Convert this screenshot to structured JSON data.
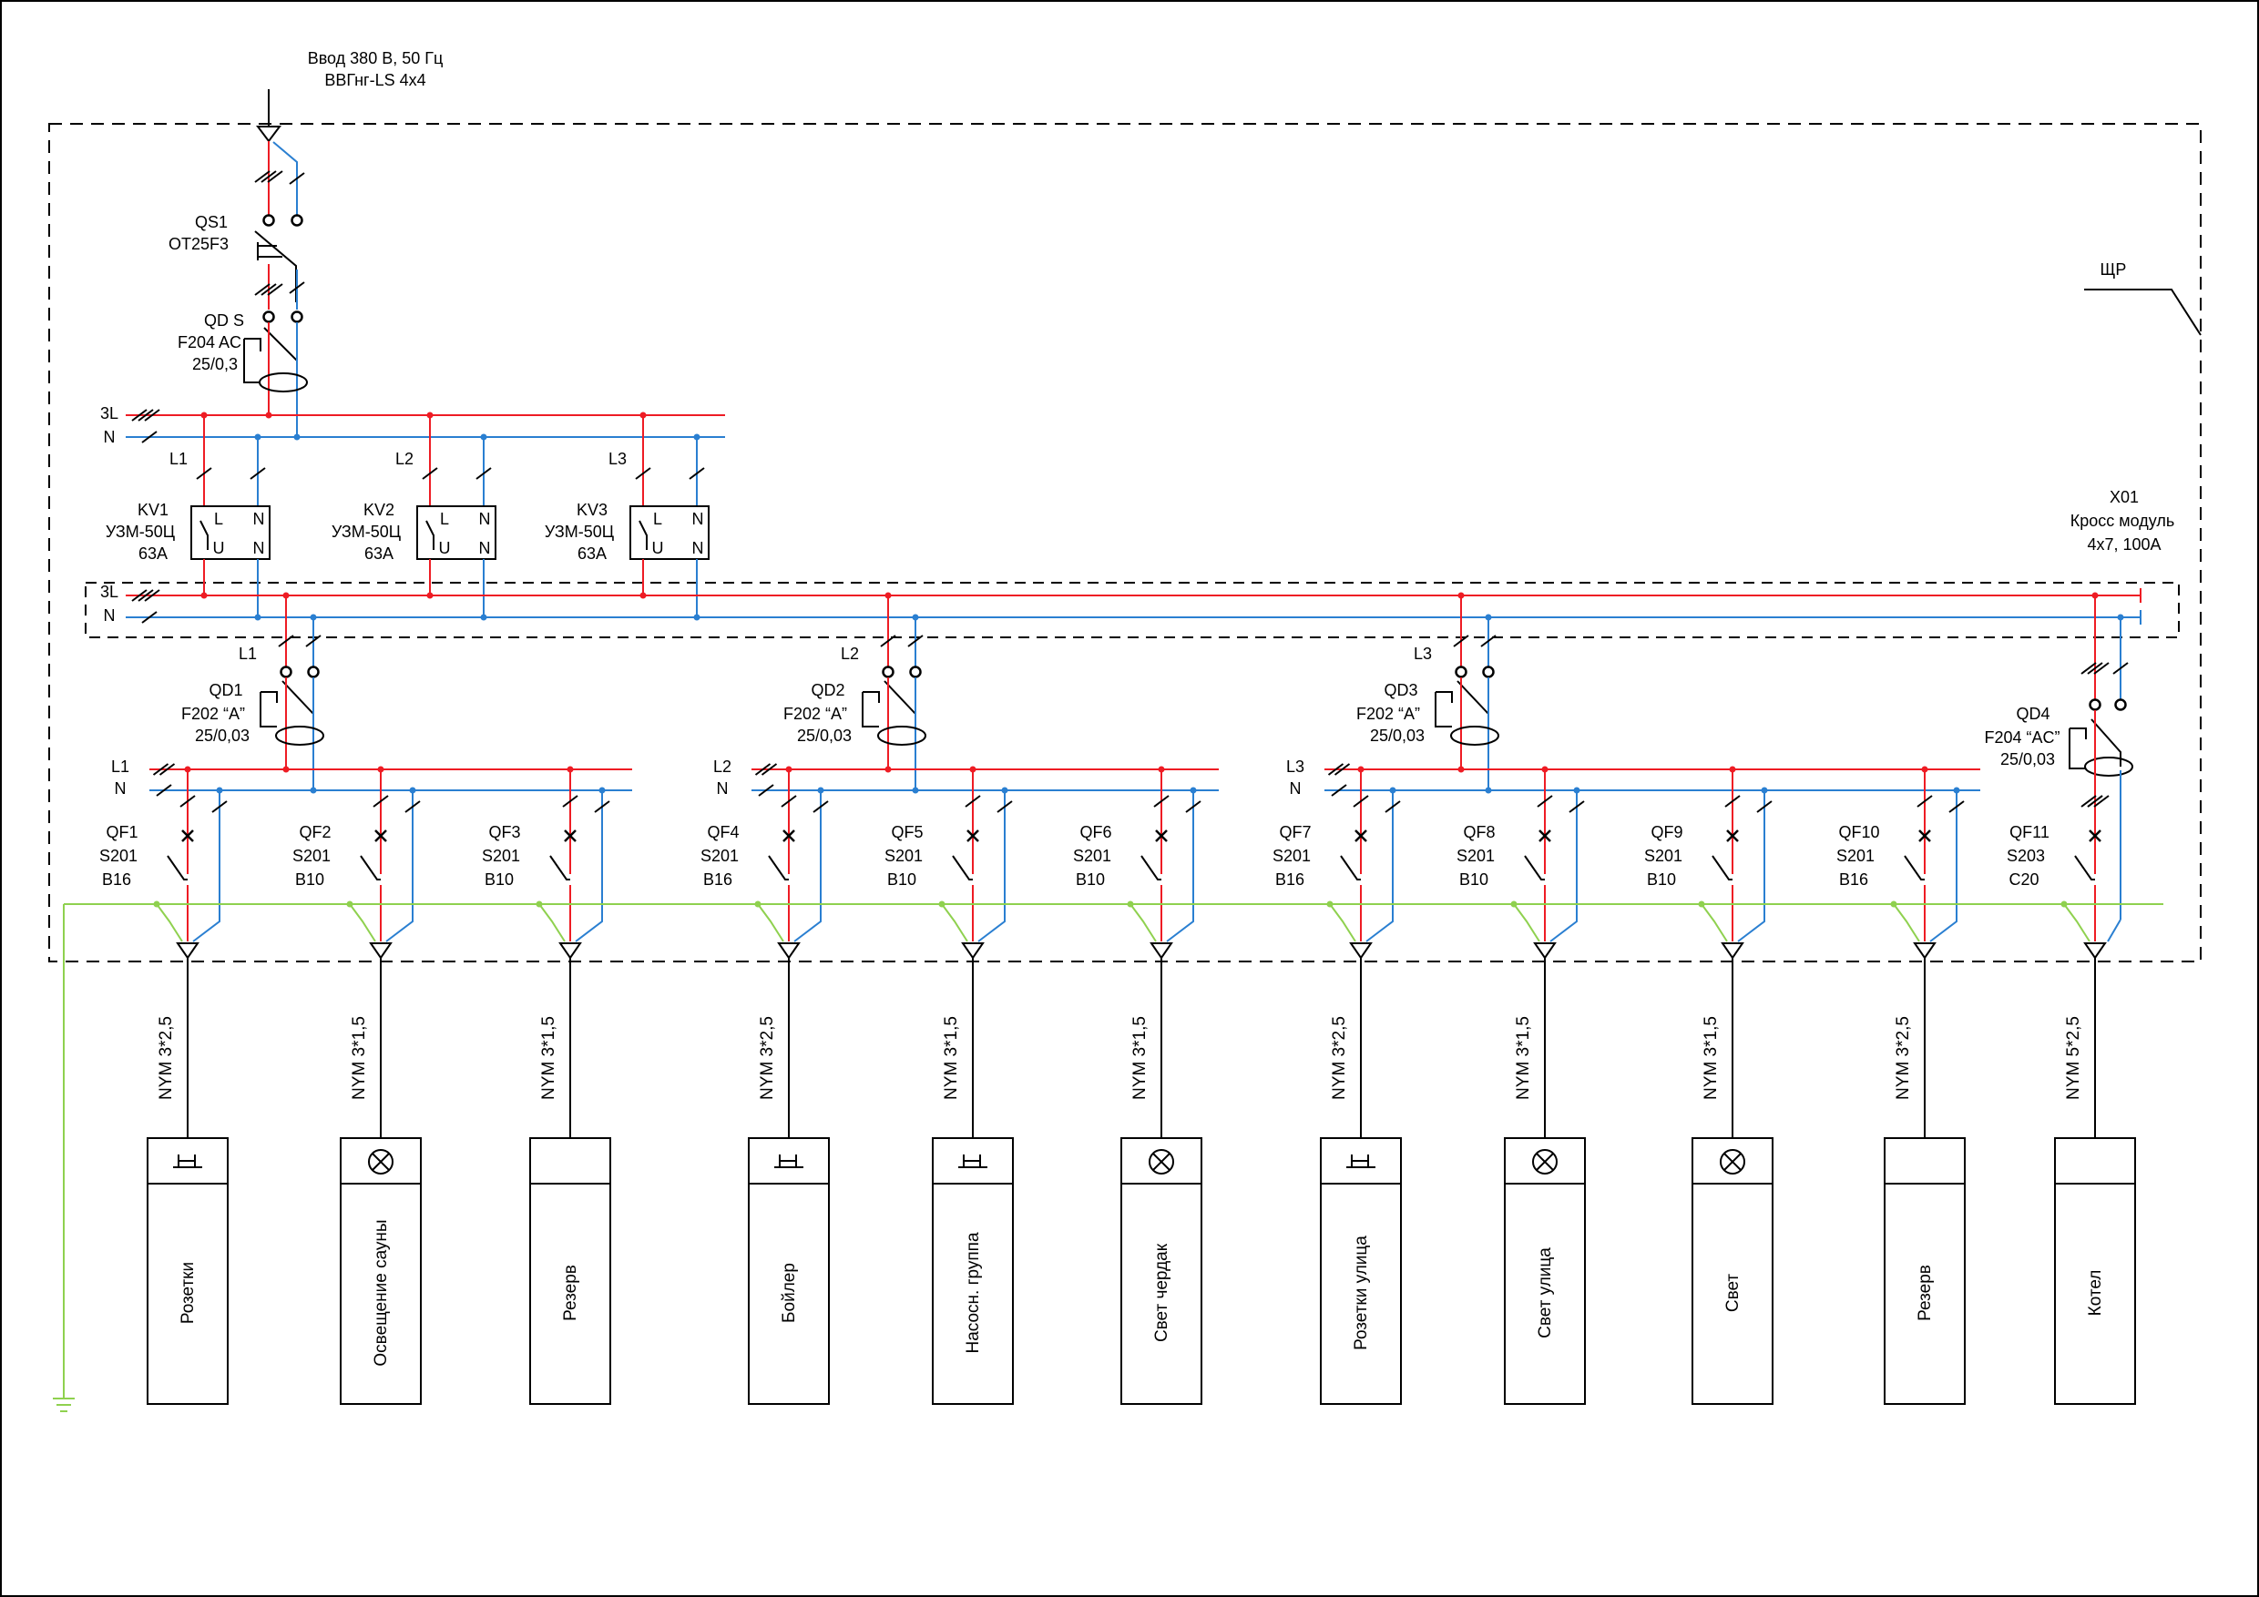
{
  "colors": {
    "phase": "#ee1c24",
    "neutral": "#2a7fd1",
    "earth": "#8fd14f",
    "line": "#000000"
  },
  "input": {
    "line1": "Ввод 380 В, 50 Гц",
    "line2": "ВВГнг-LS 4x4"
  },
  "panel_label": "ЩР",
  "qs1": {
    "name": "QS1",
    "model": "OT25F3"
  },
  "qds": {
    "name": "QD S",
    "model": "F204 AC",
    "rating": "25/0,3"
  },
  "bus_top": {
    "l": "3L",
    "n": "N"
  },
  "relays": [
    {
      "phase": "L1",
      "name": "KV1",
      "model": "УЗМ-50Ц",
      "rating": "63А",
      "in_l": "L",
      "in_n": "N",
      "out_l": "U",
      "out_n": "N"
    },
    {
      "phase": "L2",
      "name": "KV2",
      "model": "УЗМ-50Ц",
      "rating": "63А",
      "in_l": "L",
      "in_n": "N",
      "out_l": "U",
      "out_n": "N"
    },
    {
      "phase": "L3",
      "name": "KV3",
      "model": "УЗМ-50Ц",
      "rating": "63А",
      "in_l": "L",
      "in_n": "N",
      "out_l": "U",
      "out_n": "N"
    }
  ],
  "cross": {
    "name": "X01",
    "desc": "Кросс модуль",
    "spec": "4х7, 100А",
    "l": "3L",
    "n": "N"
  },
  "rcd": [
    {
      "phase": "L1",
      "name": "QD1",
      "model": "F202 “A”",
      "rating": "25/0,03",
      "bus_l": "L1",
      "bus_n": "N"
    },
    {
      "phase": "L2",
      "name": "QD2",
      "model": "F202 “A”",
      "rating": "25/0,03",
      "bus_l": "L2",
      "bus_n": "N"
    },
    {
      "phase": "L3",
      "name": "QD3",
      "model": "F202 “A”",
      "rating": "25/0,03",
      "bus_l": "L3",
      "bus_n": "N"
    },
    {
      "name": "QD4",
      "model": "F204 “AC”",
      "rating": "25/0,03"
    }
  ],
  "breakers": [
    {
      "name": "QF1",
      "model": "S201",
      "rating": "B16",
      "cable": "NYM 3*2,5",
      "load": "Розетки",
      "icon": "socket-icon"
    },
    {
      "name": "QF2",
      "model": "S201",
      "rating": "B10",
      "cable": "NYM 3*1,5",
      "load": "Освещение сауны",
      "icon": "lamp-icon"
    },
    {
      "name": "QF3",
      "model": "S201",
      "rating": "B10",
      "cable": "NYM 3*1,5",
      "load": "Резерв",
      "icon": ""
    },
    {
      "name": "QF4",
      "model": "S201",
      "rating": "B16",
      "cable": "NYM 3*2,5",
      "load": "Бойлер",
      "icon": "socket-icon"
    },
    {
      "name": "QF5",
      "model": "S201",
      "rating": "B10",
      "cable": "NYM 3*1,5",
      "load": "Насосн. группа",
      "icon": "socket-icon"
    },
    {
      "name": "QF6",
      "model": "S201",
      "rating": "B10",
      "cable": "NYM 3*1,5",
      "load": "Свет чердак",
      "icon": "lamp-icon"
    },
    {
      "name": "QF7",
      "model": "S201",
      "rating": "B16",
      "cable": "NYM 3*2,5",
      "load": "Розетки улица",
      "icon": "socket-icon"
    },
    {
      "name": "QF8",
      "model": "S201",
      "rating": "B10",
      "cable": "NYM 3*1,5",
      "load": "Свет улица",
      "icon": "lamp-icon"
    },
    {
      "name": "QF9",
      "model": "S201",
      "rating": "B10",
      "cable": "NYM 3*1,5",
      "load": "Свет",
      "icon": "lamp-icon"
    },
    {
      "name": "QF10",
      "model": "S201",
      "rating": "B16",
      "cable": "NYM 3*2,5",
      "load": "Резерв",
      "icon": ""
    },
    {
      "name": "QF11",
      "model": "S203",
      "rating": "C20",
      "cable": "NYM 5*2,5",
      "load": "Котел",
      "icon": ""
    }
  ]
}
